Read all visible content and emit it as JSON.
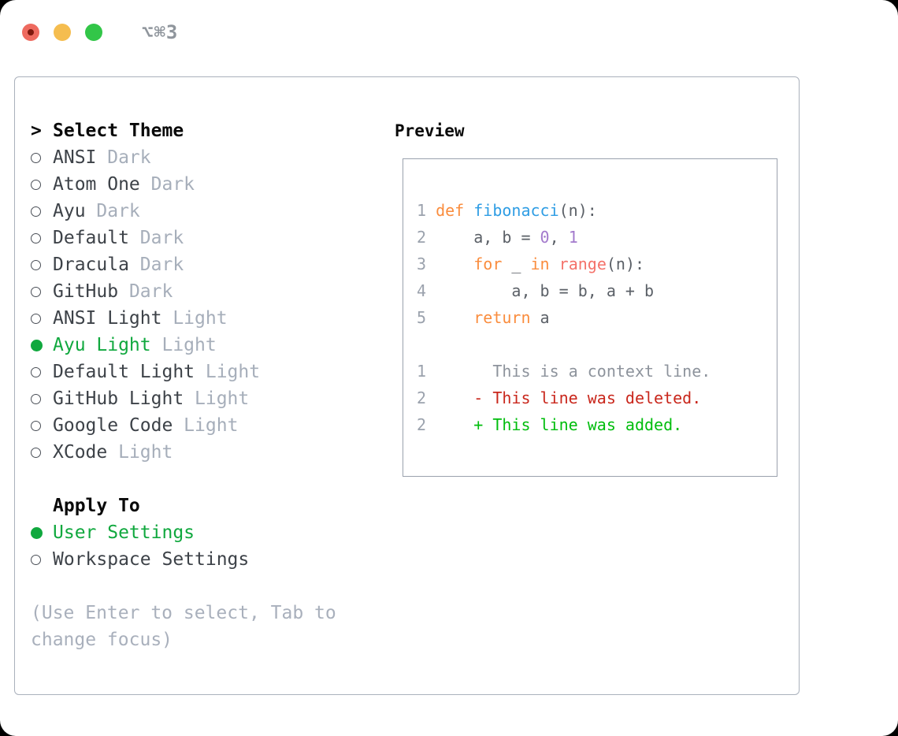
{
  "window": {
    "title": "⌥⌘3"
  },
  "left": {
    "header_prefix": ">",
    "header": "Select Theme",
    "themes": [
      {
        "name": "ANSI",
        "tag": "Dark",
        "selected": false
      },
      {
        "name": "Atom One",
        "tag": "Dark",
        "selected": false
      },
      {
        "name": "Ayu",
        "tag": "Dark",
        "selected": false
      },
      {
        "name": "Default",
        "tag": "Dark",
        "selected": false
      },
      {
        "name": "Dracula",
        "tag": "Dark",
        "selected": false
      },
      {
        "name": "GitHub",
        "tag": "Dark",
        "selected": false
      },
      {
        "name": "ANSI Light",
        "tag": "Light",
        "selected": false
      },
      {
        "name": "Ayu Light",
        "tag": "Light",
        "selected": true
      },
      {
        "name": "Default Light",
        "tag": "Light",
        "selected": false
      },
      {
        "name": "GitHub Light",
        "tag": "Light",
        "selected": false
      },
      {
        "name": "Google Code",
        "tag": "Light",
        "selected": false
      },
      {
        "name": "XCode",
        "tag": "Light",
        "selected": false
      }
    ],
    "apply_header": "Apply To",
    "apply_options": [
      {
        "label": "User Settings",
        "selected": true
      },
      {
        "label": "Workspace Settings",
        "selected": false
      }
    ],
    "help": "(Use Enter to select, Tab to change focus)"
  },
  "preview": {
    "header": "Preview",
    "code_lines": [
      {
        "n": "1",
        "tokens": [
          [
            "pl",
            " "
          ],
          [
            "kw",
            "def"
          ],
          [
            "pl",
            " "
          ],
          [
            "fn",
            "fibonacci"
          ],
          [
            "pl",
            "(n):"
          ]
        ]
      },
      {
        "n": "2",
        "tokens": [
          [
            "pl",
            "     a, b = "
          ],
          [
            "num",
            "0"
          ],
          [
            "pl",
            ", "
          ],
          [
            "num",
            "1"
          ]
        ]
      },
      {
        "n": "3",
        "tokens": [
          [
            "pl",
            "     "
          ],
          [
            "kw",
            "for"
          ],
          [
            "pl",
            " _ "
          ],
          [
            "kw",
            "in"
          ],
          [
            "pl",
            " "
          ],
          [
            "call",
            "range"
          ],
          [
            "pl",
            "(n):"
          ]
        ]
      },
      {
        "n": "4",
        "tokens": [
          [
            "pl",
            "         a, b = b, a + b"
          ]
        ]
      },
      {
        "n": "5",
        "tokens": [
          [
            "pl",
            "     "
          ],
          [
            "kw",
            "return"
          ],
          [
            "pl",
            " a"
          ]
        ]
      }
    ],
    "diff_lines": [
      {
        "n": "1",
        "kind": "ctx",
        "text": "       This is a context line."
      },
      {
        "n": "2",
        "kind": "del",
        "text": "     - This line was deleted."
      },
      {
        "n": "2",
        "kind": "add",
        "text": "     + This line was added."
      }
    ]
  },
  "colors": {
    "selection_green": "#10a83e",
    "keyword_orange": "#fa8d3e",
    "function_blue": "#2f9de4",
    "call_coral": "#f4726a",
    "number_purple": "#a37acc",
    "diff_deleted_red": "#c9271c",
    "diff_added_green": "#00bd0d",
    "muted_gray": "#a6aeba",
    "text_dark": "#3d4248",
    "traffic_red": "#ee6a5f",
    "traffic_yellow": "#f5bd4f",
    "traffic_green": "#32c648"
  }
}
